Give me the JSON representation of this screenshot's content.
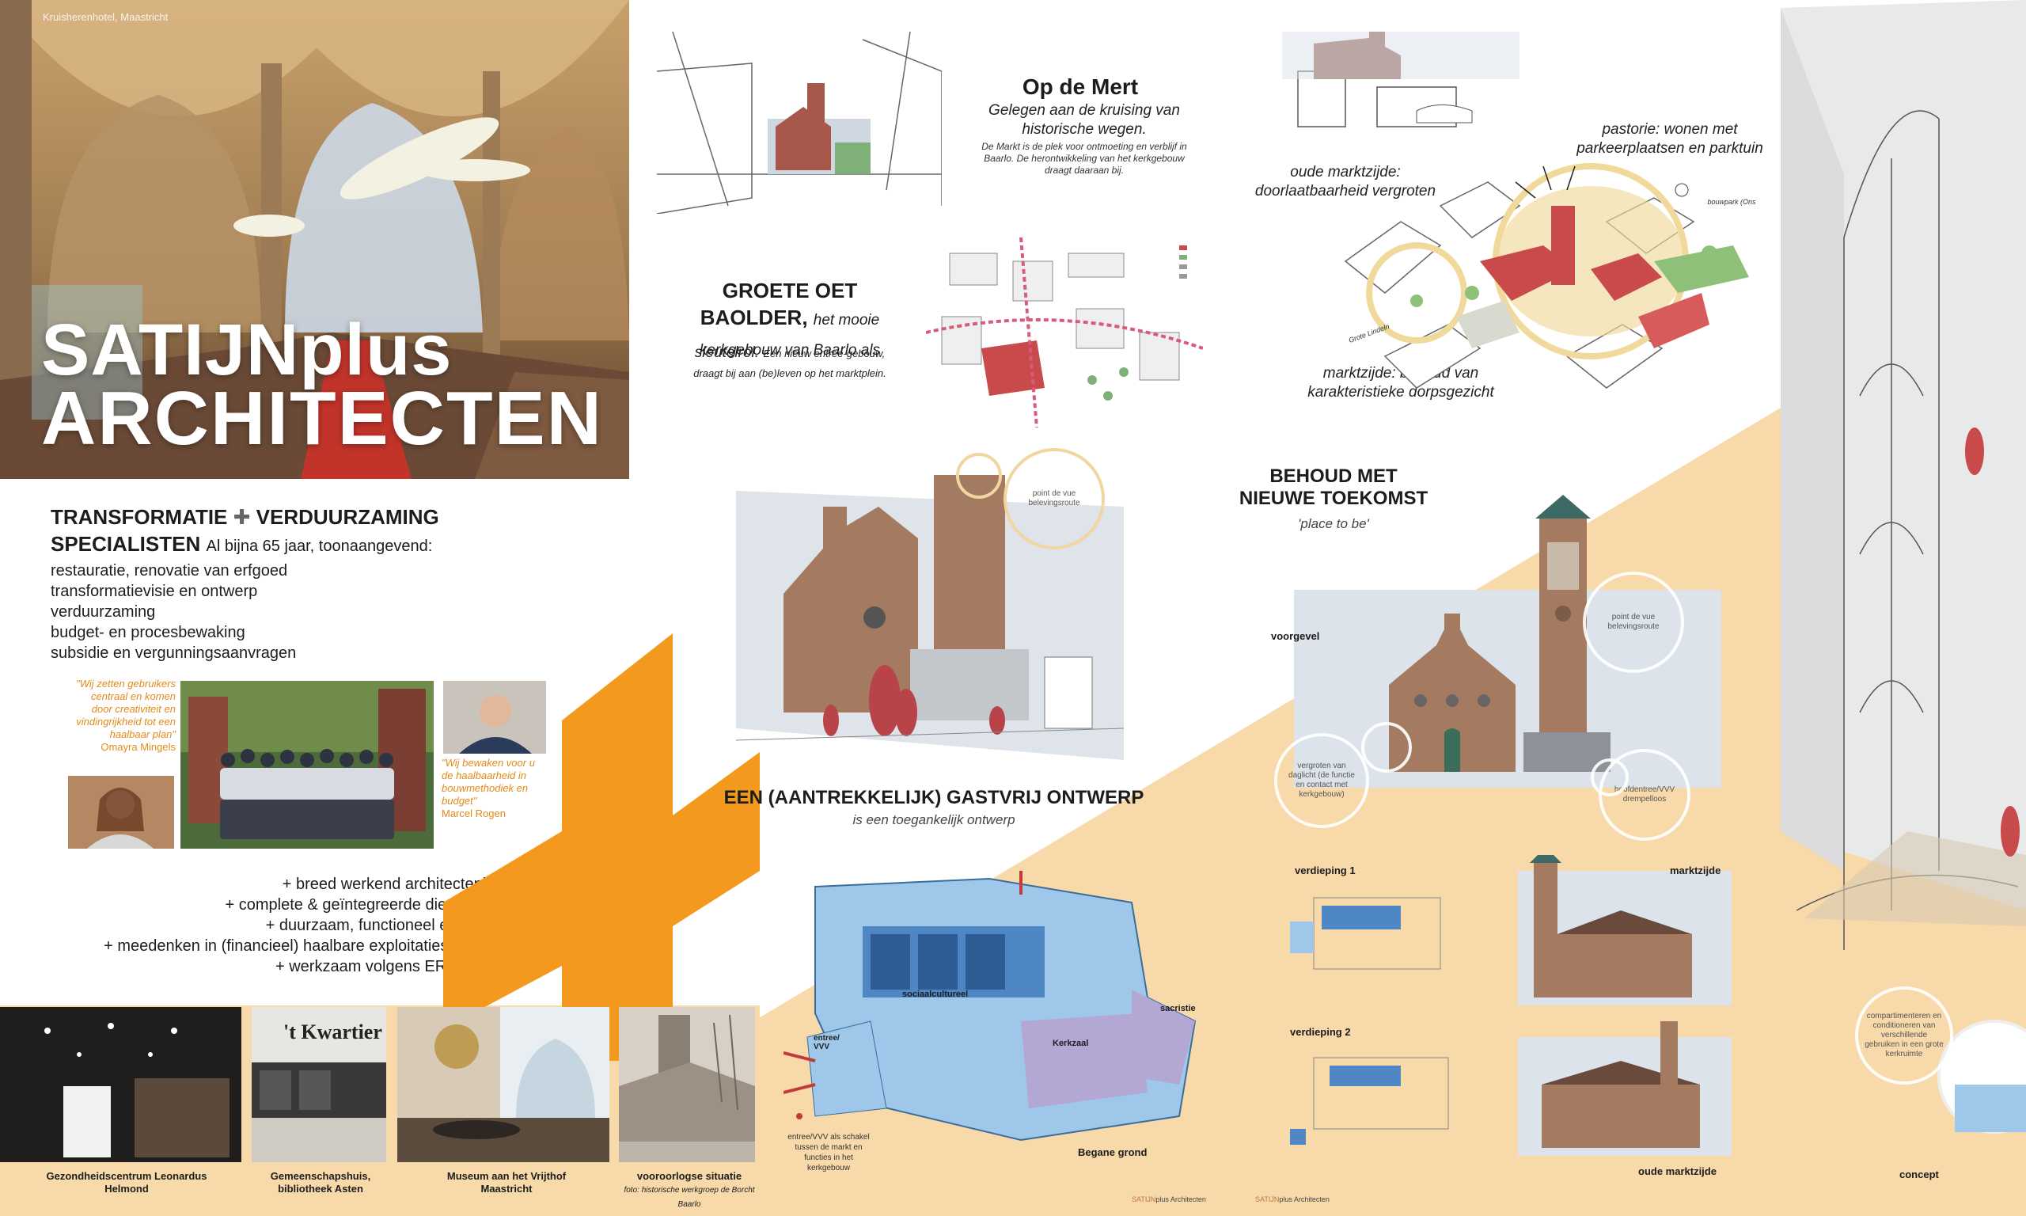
{
  "hero": {
    "caption": "Kruisherenhotel, Maastricht",
    "title_line1": "SATIJNplus",
    "title_line2": "ARCHITECTEN"
  },
  "specialists": {
    "title_a": "TRANSFORMATIE",
    "plus_symbol": "✚",
    "title_b": "VERDUURZAMING",
    "title_c": "SPECIALISTEN",
    "subtitle": "Al bijna 65 jaar, toonaangevend:",
    "items": [
      "restauratie, renovatie van erfgoed",
      "transformatievisie en ontwerp",
      "verduurzaming",
      "budget- en procesbewaking",
      "subsidie en vergunningsaanvragen"
    ]
  },
  "quotes": {
    "q1_text": "\"Wij zetten gebruikers centraal en komen door creativiteit en vindingrijkheid tot een haalbaar plan\"",
    "q1_author": "Omayra Mingels",
    "q2_text": "\"Wij bewaken voor u de haalbaarheid in bouwmethodiek en budget\"",
    "q2_author": "Marcel Rogen"
  },
  "bullets": [
    "+ breed werkend architectenbureau",
    "+ complete & geïntegreerde dienstverlening",
    "+ duurzaam, functioneel en maakbaar",
    "+ meedenken in (financieel) haalbare exploitaties, vindingrijk!",
    "+ werkzaam volgens ERM-richtlijnen"
  ],
  "projects": [
    {
      "caption": "Gezondheidscentrum Leonardus Helmond"
    },
    {
      "caption": "Gemeenschapshuis, bibliotheek Asten",
      "sign": "'t Kwartier"
    },
    {
      "caption": "Museum aan het Vrijthof Maastricht"
    },
    {
      "caption": "vooroorlogse situatie",
      "sub": "foto: historische werkgroep de Borcht Baarlo"
    }
  ],
  "groete": {
    "title_a": "GROETE OET",
    "title_b": "BAOLDER,",
    "lead": "het mooie kerkgebouw van Baarlo als",
    "role": "sleutelrol.",
    "desc": "Een nieuw entree-gebouw, draagt bij aan (be)leven op het marktplein."
  },
  "mert": {
    "title": "Op de Mert",
    "sub": "Gelegen aan de kruising van historische wegen.",
    "desc": "De Markt is de plek voor ontmoeting en verblijf in Baarlo. De herontwikkeling van het kerkgebouw draagt daaraan bij."
  },
  "site": {
    "note_old_market": "oude marktzijde: doorlaatbaarheid vergroten",
    "note_pastorie": "pastorie: wonen met parkeerplaatsen en parktuin",
    "note_market": "marktzijde: behoud van karakteristieke dorpsgezicht",
    "tiny_park": "bouwpark (Ons",
    "tiny_road": "Grote Lindeln"
  },
  "behoud": {
    "title_a": "BEHOUD MET",
    "title_b": "NIEUWE TOEKOMST",
    "sub": "'place to be'"
  },
  "gastvrij": {
    "title": "EEN (AANTREKKELIJK) GASTVRIJ ONTWERP",
    "sub": "is een toegankelijk ontwerp"
  },
  "circles": {
    "belevings": "point de vue belevingsroute",
    "belevings2": "point de vue belevingsroute",
    "daglicht": "vergroten van daglicht (de functie en contact met kerkgebouw)",
    "hoofdentree": "hoofdentree/VVV drempelloos",
    "compartiment": "compartimenteren en conditioneren van verschillende gebruiken in een grote kerkruimte"
  },
  "labels": {
    "voorgevel": "voorgevel",
    "verdieping1": "verdieping 1",
    "verdieping2": "verdieping 2",
    "marktzijde": "marktzijde",
    "oude_marktzijde": "oude marktzijde",
    "concept": "concept",
    "begane_grond": "Begane grond",
    "entree_note": "entree/VVV als schakel tussen de markt en functies in het kerkgebouw",
    "plan_sociaal": "sociaalcultureel",
    "plan_kerkzaal": "Kerkzaal",
    "plan_sacristie": "sacristie",
    "plan_entree": "entree/ VVV"
  },
  "brand": {
    "footer1_a": "SATIJN",
    "footer1_b": "plus Architecten",
    "footer2_a": "SATIJN",
    "footer2_b": "plus Architecten"
  },
  "colors": {
    "orange": "#f39a1e",
    "sand": "#f7d9aa",
    "red": "#c94a4a",
    "blue": "#7fb3dc",
    "purple": "#b3a7d4"
  }
}
